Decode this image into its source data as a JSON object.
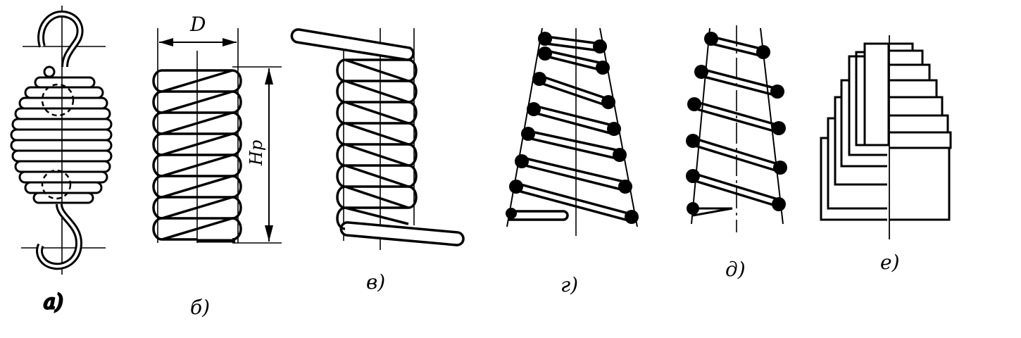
{
  "figure": {
    "labels": {
      "a": "а)",
      "b": "б)",
      "v": "в)",
      "g": "г)",
      "d": "д)",
      "e": "е)"
    },
    "dimensions": {
      "diameter": "D",
      "height": "Hp"
    }
  }
}
